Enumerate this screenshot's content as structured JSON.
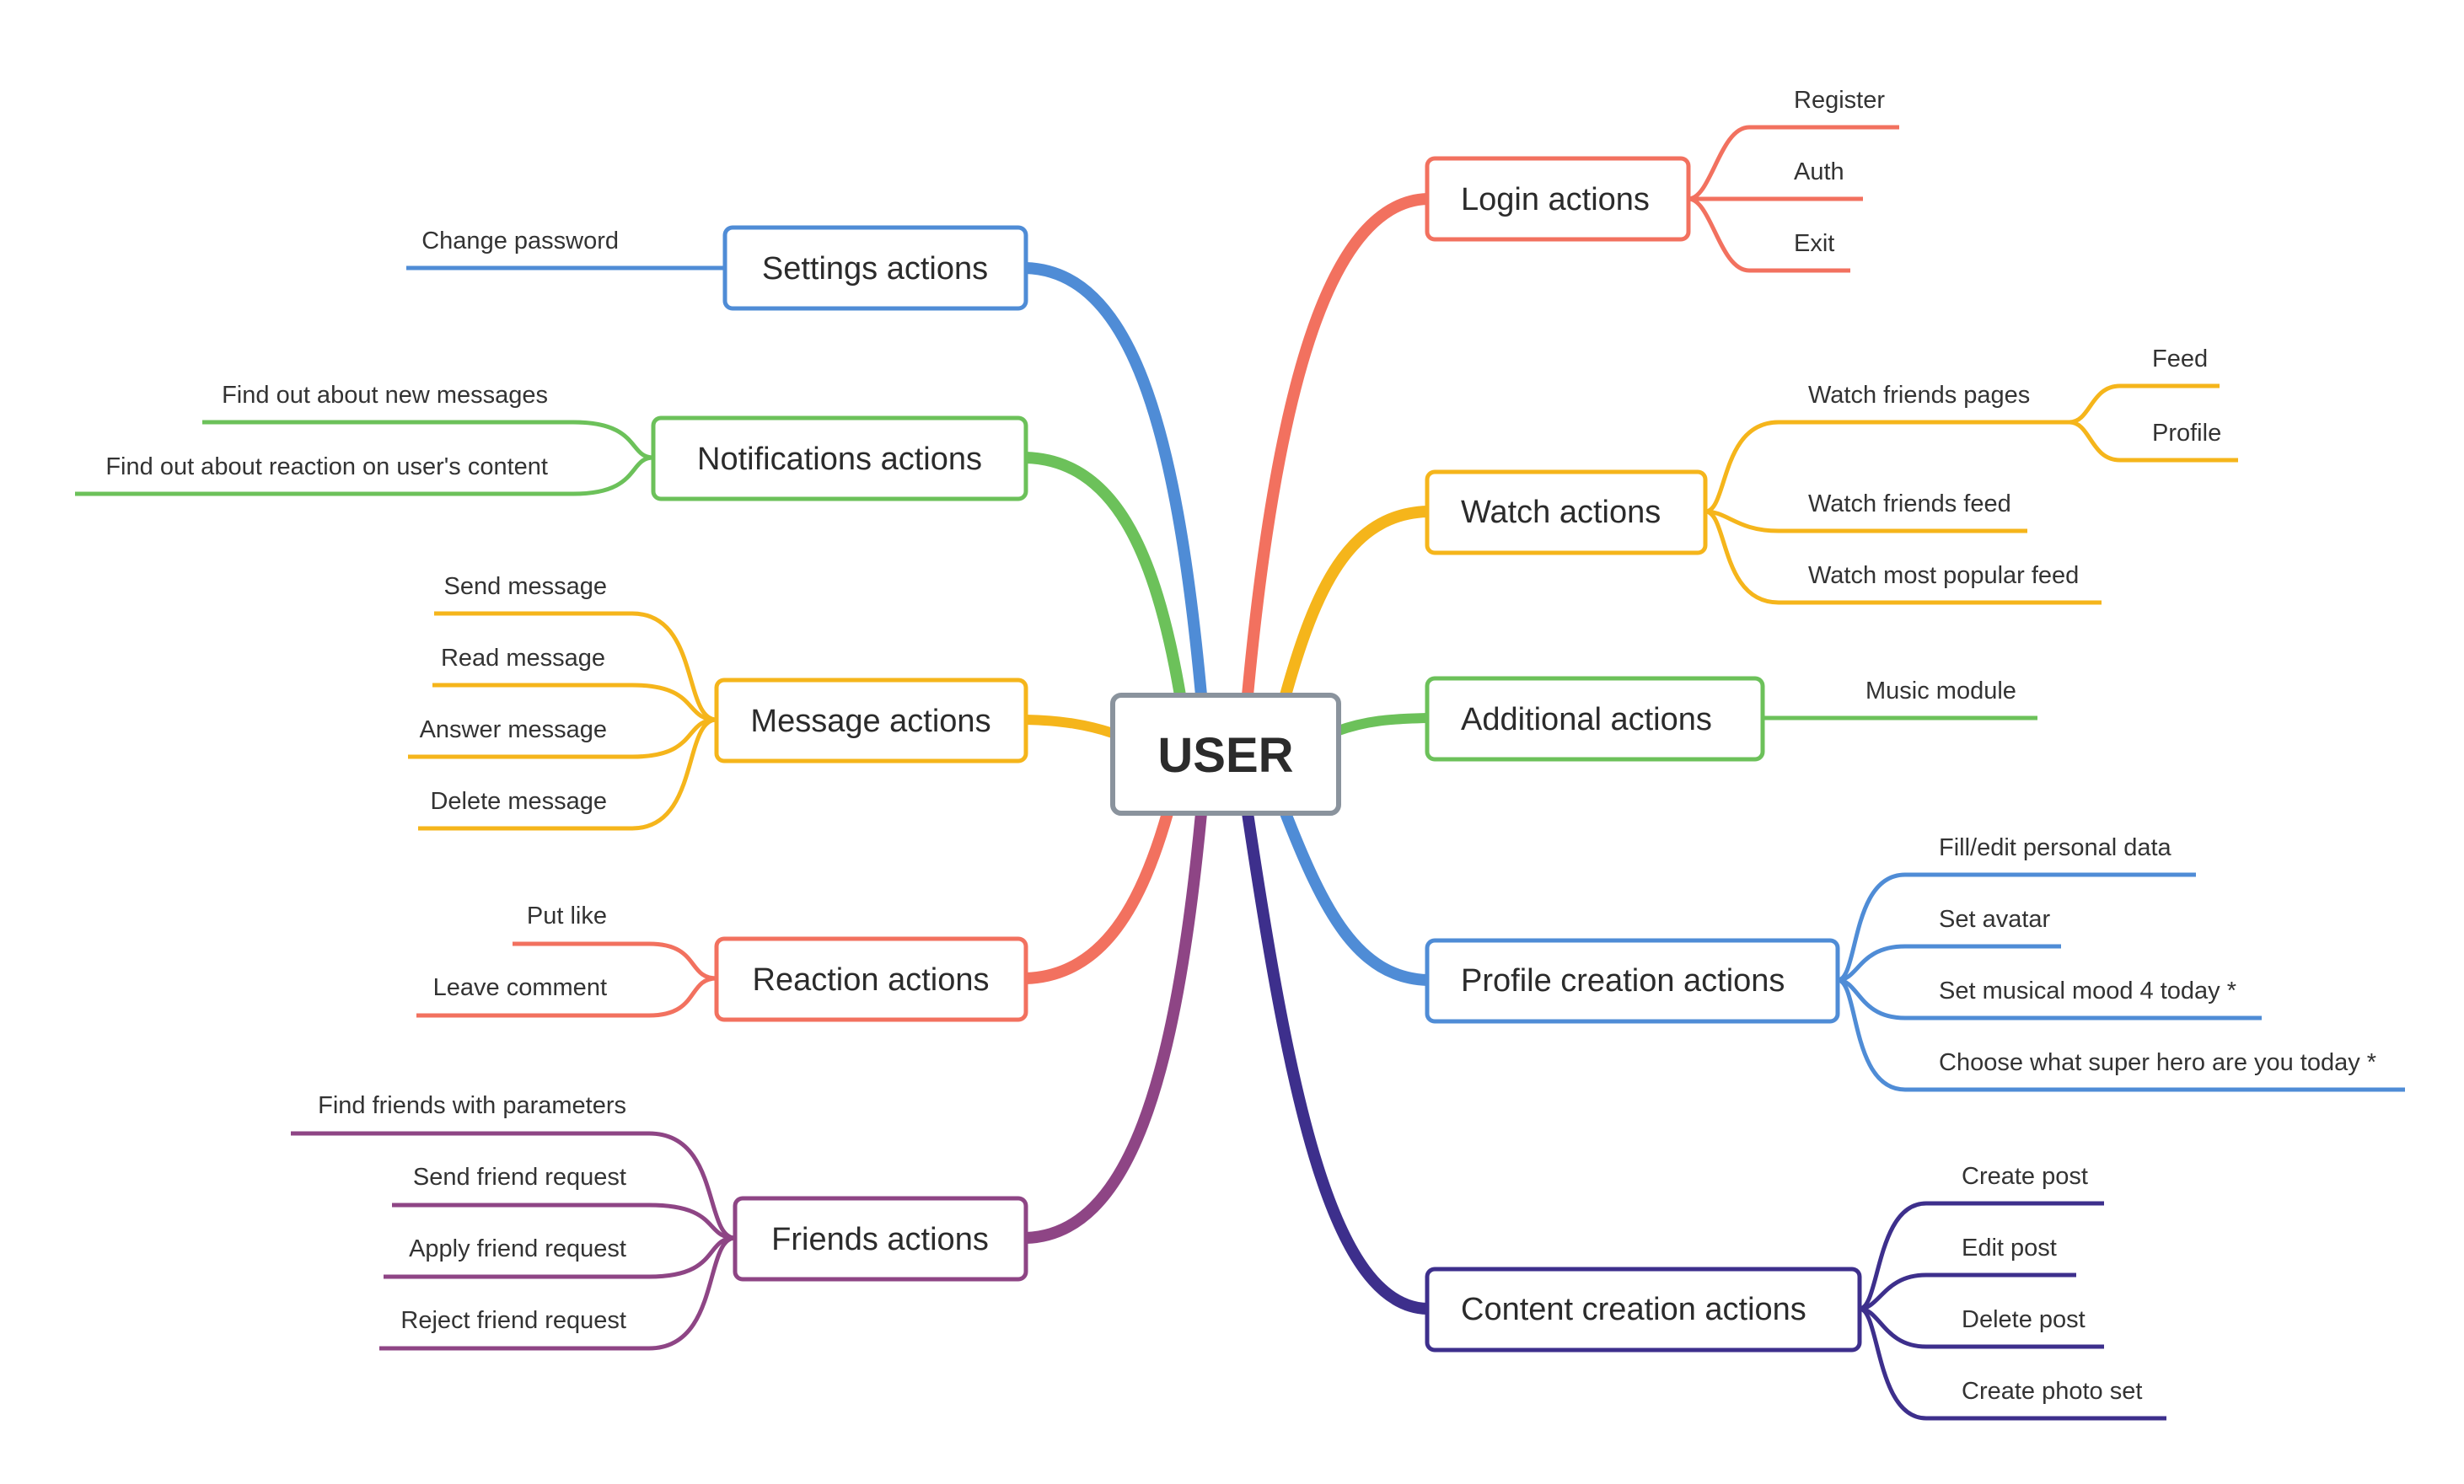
{
  "root": {
    "label": "USER"
  },
  "colors": {
    "red": "#f2715f",
    "orange": "#f5b51b",
    "green": "#6cc15a",
    "blue": "#4f8cd6",
    "purple": "#8e4585",
    "indigo": "#3d2f8c",
    "root_border": "#8a939d"
  },
  "branches": {
    "login": {
      "label": "Login actions",
      "leaves": [
        "Register",
        "Auth",
        "Exit"
      ]
    },
    "watch": {
      "label": "Watch actions",
      "leaves": [
        "Watch friends pages",
        "Watch friends feed",
        "Watch most popular feed"
      ],
      "sub_leaves": [
        "Feed",
        "Profile"
      ]
    },
    "additional": {
      "label": "Additional actions",
      "leaves": [
        "Music module"
      ]
    },
    "profile": {
      "label": "Profile creation actions",
      "leaves": [
        "Fill/edit personal data",
        "Set avatar",
        "Set musical mood 4 today *",
        "Choose what super hero are you today *"
      ]
    },
    "content": {
      "label": "Content creation actions",
      "leaves": [
        "Create post",
        "Edit post",
        "Delete post",
        "Create photo set"
      ]
    },
    "settings": {
      "label": "Settings actions",
      "leaves": [
        "Change password"
      ]
    },
    "notifications": {
      "label": "Notifications actions",
      "leaves": [
        "Find out about new messages",
        "Find out about reaction on user's content"
      ]
    },
    "message": {
      "label": "Message actions",
      "leaves": [
        "Send message",
        "Read message",
        "Answer message",
        "Delete message"
      ]
    },
    "reaction": {
      "label": "Reaction actions",
      "leaves": [
        "Put like",
        "Leave comment"
      ]
    },
    "friends": {
      "label": "Friends actions",
      "leaves": [
        "Find friends with parameters",
        "Send friend request",
        "Apply friend request",
        "Reject friend request"
      ]
    }
  }
}
